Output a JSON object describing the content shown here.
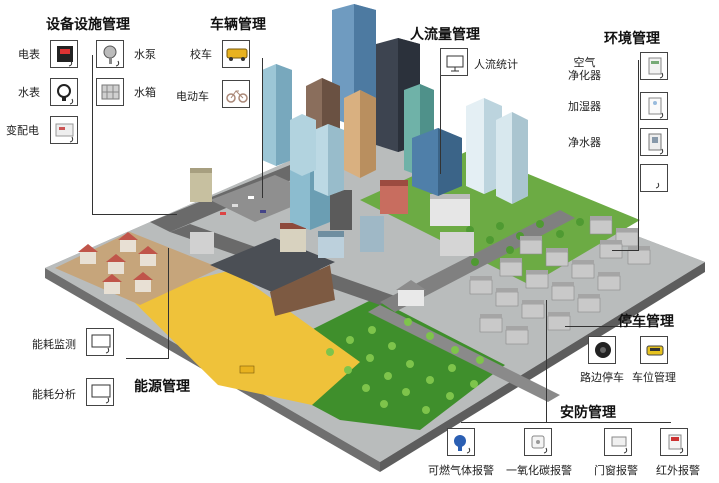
{
  "sections": {
    "facilities": {
      "title": "设备设施管理",
      "items": [
        "电表",
        "水泵",
        "水表",
        "水箱",
        "变配电"
      ]
    },
    "vehicles": {
      "title": "车辆管理",
      "items": [
        "校车",
        "电动车"
      ]
    },
    "people": {
      "title": "人流量管理",
      "items": [
        "人流统计"
      ]
    },
    "environment": {
      "title": "环境管理",
      "items": [
        "空气\n净化器",
        "加湿器",
        "净水器"
      ]
    },
    "energy": {
      "title": "能源管理",
      "items": [
        "能耗监测",
        "能耗分析"
      ]
    },
    "parking": {
      "title": "停车管理",
      "items": [
        "路边停车",
        "车位管理"
      ]
    },
    "security": {
      "title": "安防管理",
      "items": [
        "可燃气体报警",
        "一氧化碳报警",
        "门窗报警",
        "红外报警"
      ]
    }
  },
  "icons": {
    "meter": "electric-meter-icon",
    "pump": "water-pump-icon",
    "water_meter": "water-meter-icon",
    "tank": "water-tank-icon",
    "substation": "substation-icon",
    "bus": "school-bus-icon",
    "ebike": "electric-bike-icon",
    "people": "people-counter-icon",
    "air": "air-purifier-icon",
    "humid": "humidifier-icon",
    "purifier": "water-purifier-icon",
    "monitor": "monitor-icon",
    "camera": "parking-camera-icon",
    "barrier": "parking-barrier-icon",
    "gas": "gas-detector-icon",
    "co": "co-detector-icon",
    "door": "door-sensor-icon",
    "ir": "infrared-sensor-icon"
  },
  "colors": {
    "ground": "#b7b7b7",
    "road": "#6a6a6a",
    "grass": "#3f8f2c",
    "sand": "#efc23a",
    "building_blue": "#6fa8c8",
    "roof_red": "#c0554a"
  }
}
